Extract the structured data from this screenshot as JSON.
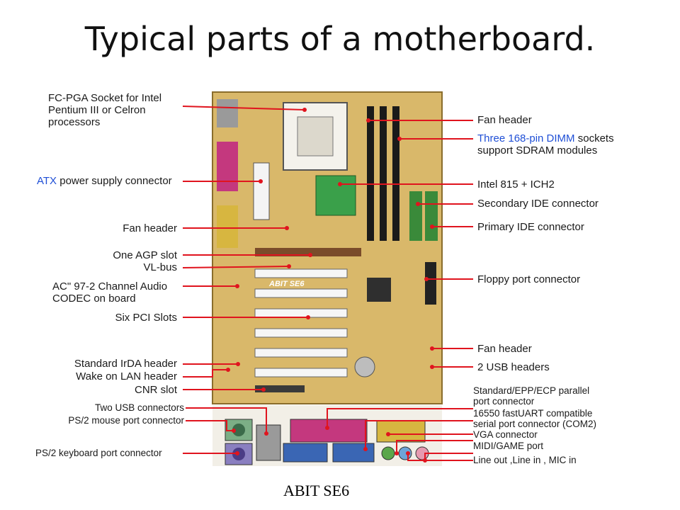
{
  "title": "Typical parts of a motherboard.",
  "caption": "ABIT SE6",
  "board_name": "ABIT SE6",
  "labels_left": {
    "fcpga": "FC-PGA Socket for Intel",
    "fcpga2": "Pentium III or Celron",
    "fcpga3": "processors",
    "atx_prefix": "ATX",
    "atx": "power supply connector",
    "fan1": "Fan header",
    "agp": "One AGP slot",
    "vlbus": "VL-bus",
    "ac97": "AC\" 97-2 Channel Audio",
    "ac97b": "CODEC on board",
    "pci": "Six PCI Slots",
    "irda": "Standard IrDA header",
    "wol": "Wake on LAN header",
    "cnr": "CNR slot",
    "usb2": "Two USB connectors",
    "ps2m": "PS/2 mouse port connector",
    "ps2k": "PS/2 keyboard port connector"
  },
  "labels_right": {
    "fan_top": "Fan header",
    "dimm_prefix": "Three 168-pin DIMM",
    "dimm_suffix": " sockets",
    "dimm2": "support SDRAM modules",
    "intel": "Intel 815 + ICH2",
    "ide2": "Secondary IDE connector",
    "ide1": "Primary IDE connector",
    "floppy": "Floppy port connector",
    "fan_bot": "Fan header",
    "usbh": "2 USB headers",
    "par1": "Standard/EPP/ECP parallel",
    "par2": "port connector",
    "uart1": "16550 fastUART compatible",
    "uart2": "serial port connector (COM2)",
    "vga": "VGA connector",
    "midi": "MIDI/GAME port",
    "audio": "Line out ,Line in , MIC in"
  },
  "colors": {
    "board": "#d9b86a",
    "pointer": "#e0141e",
    "atx_blue": "#1f4fd6",
    "dimm_blue": "#1f4fd6"
  }
}
